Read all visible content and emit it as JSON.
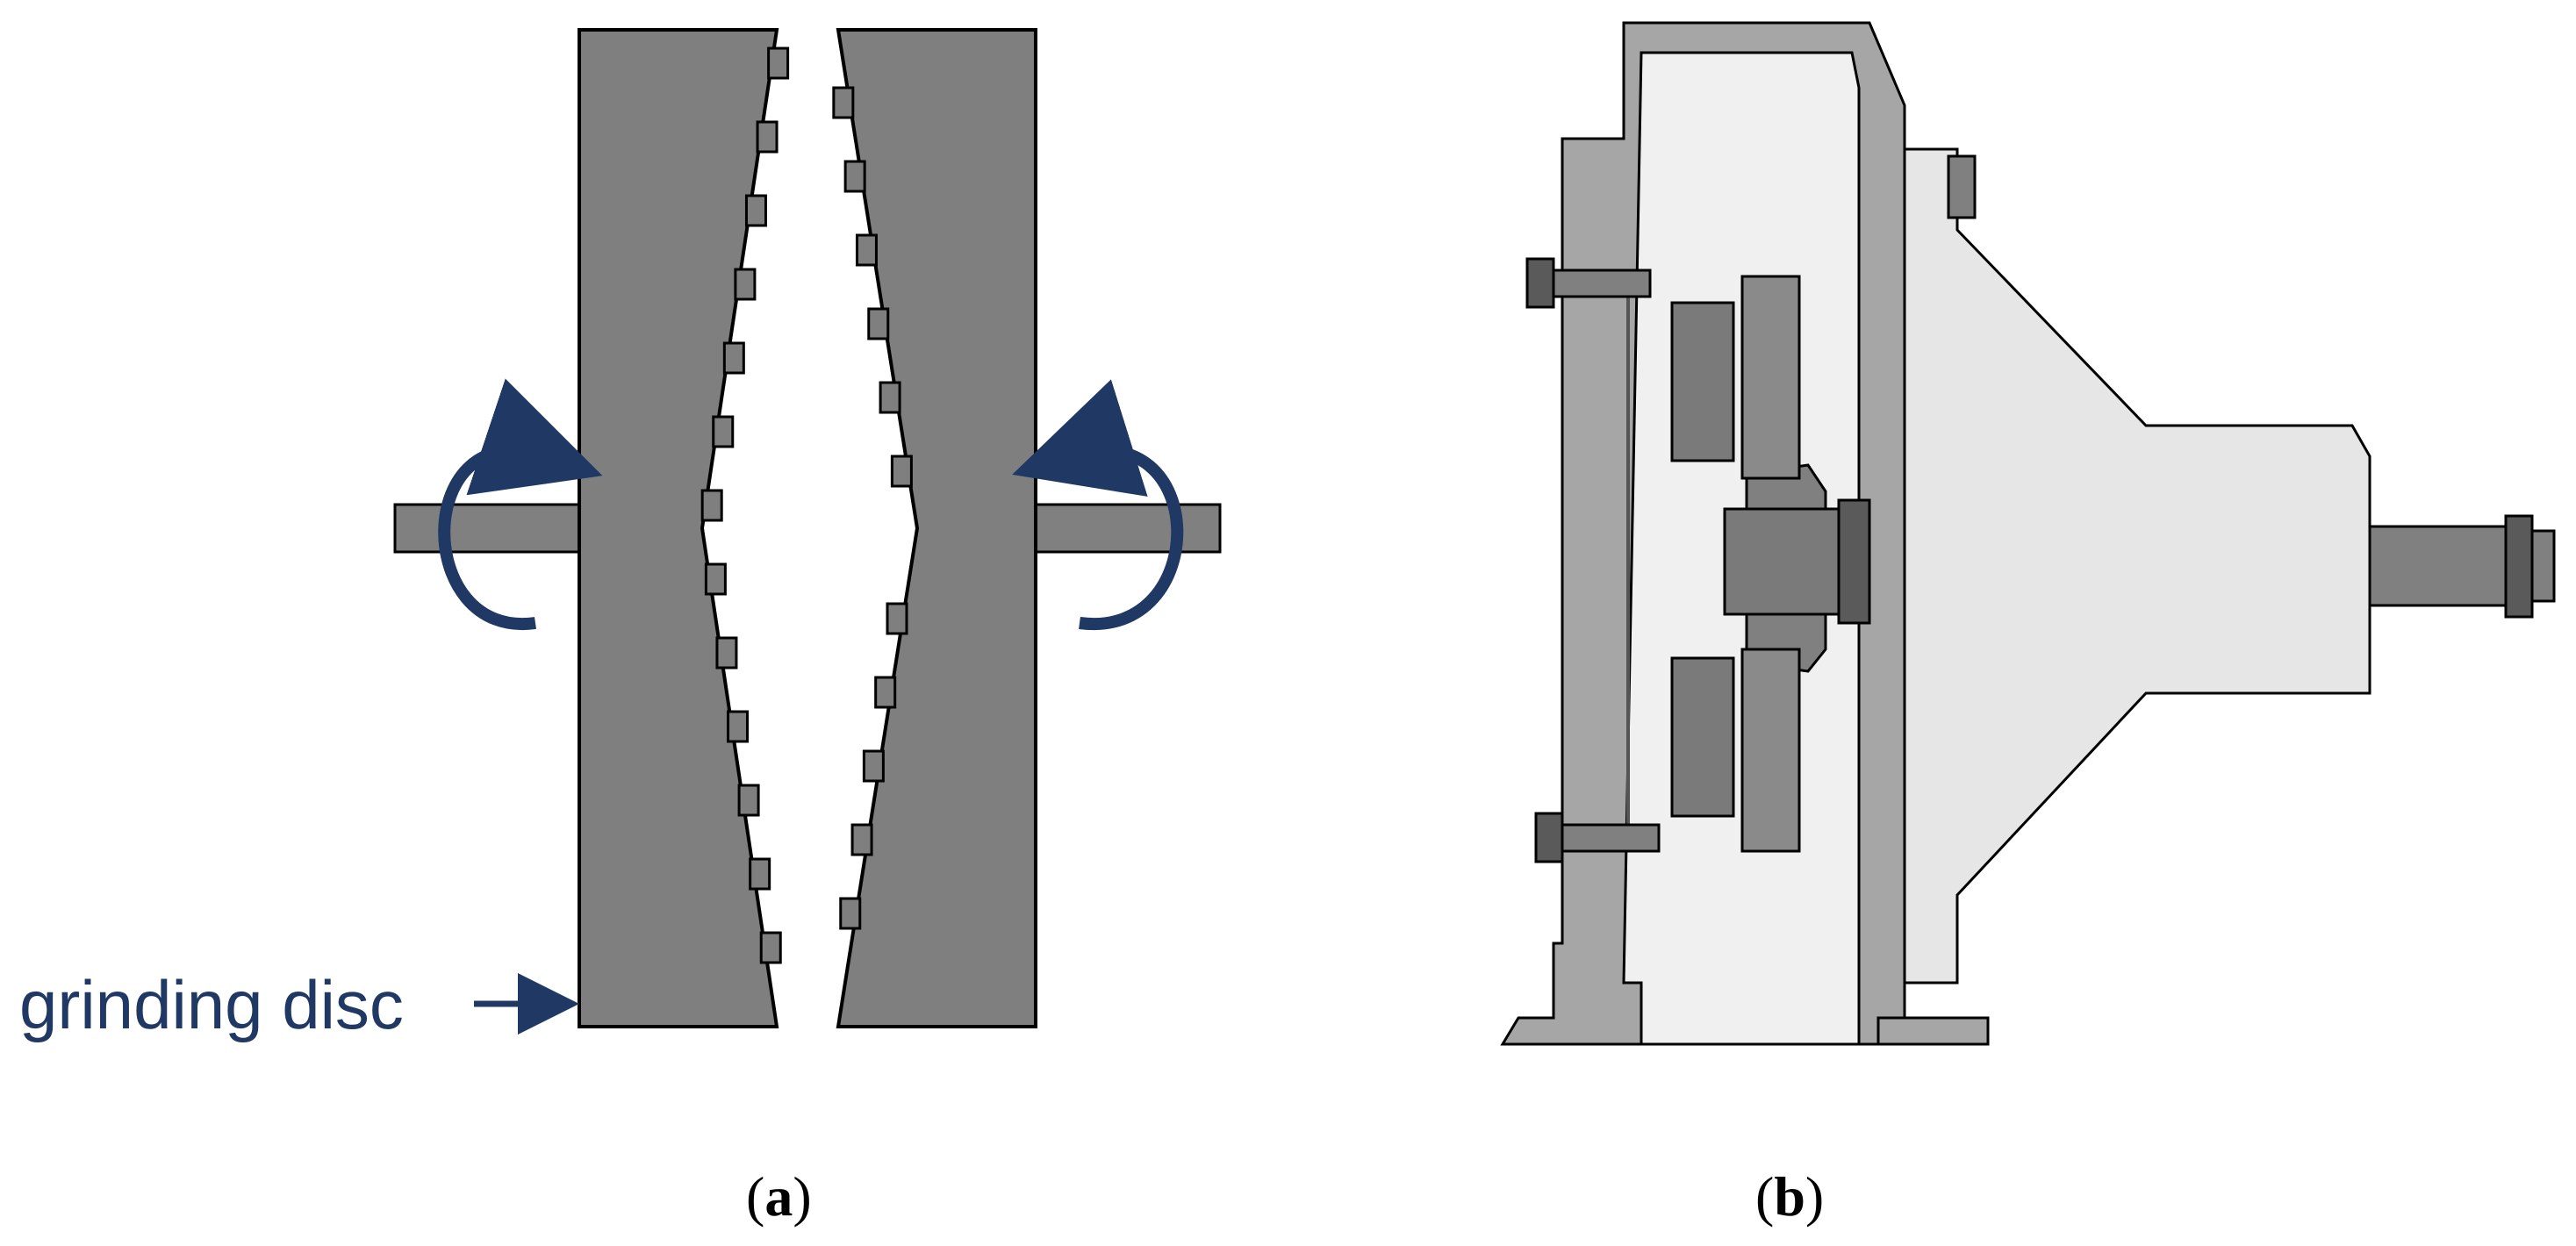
{
  "panel_a": {
    "callout": "grinding disc",
    "caption_open": "(",
    "caption_letter": "a",
    "caption_close": ")"
  },
  "panel_b": {
    "caption_open": "(",
    "caption_letter": "b",
    "caption_close": ")"
  },
  "colors": {
    "disc": "#7f7f7f",
    "shaft": "#808080",
    "arrow": "#1f3864",
    "outline": "#000000",
    "housing_dark": "#7a7a7a",
    "housing_mid": "#a6a6a6",
    "housing_light": "#e6e6e6",
    "housing_pale": "#f0f0f0"
  }
}
